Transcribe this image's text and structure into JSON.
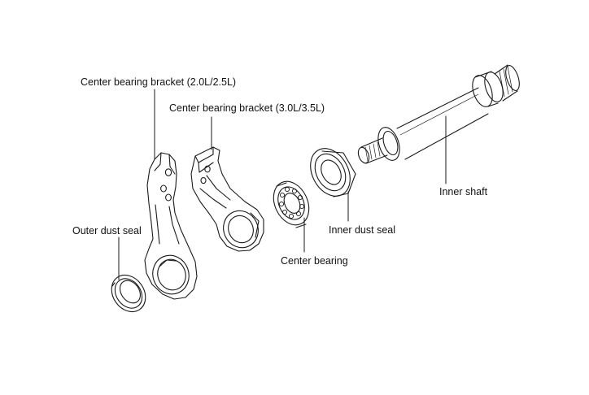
{
  "labels": {
    "bracket_25": "Center bearing bracket (2.0L/2.5L)",
    "bracket_35": "Center bearing bracket (3.0L/3.5L)",
    "outer_seal": "Outer dust seal",
    "center_bearing": "Center bearing",
    "inner_seal": "Inner dust seal",
    "inner_shaft": "Inner shaft"
  },
  "colors": {
    "line": "#1a1a1a",
    "background": "#ffffff"
  }
}
